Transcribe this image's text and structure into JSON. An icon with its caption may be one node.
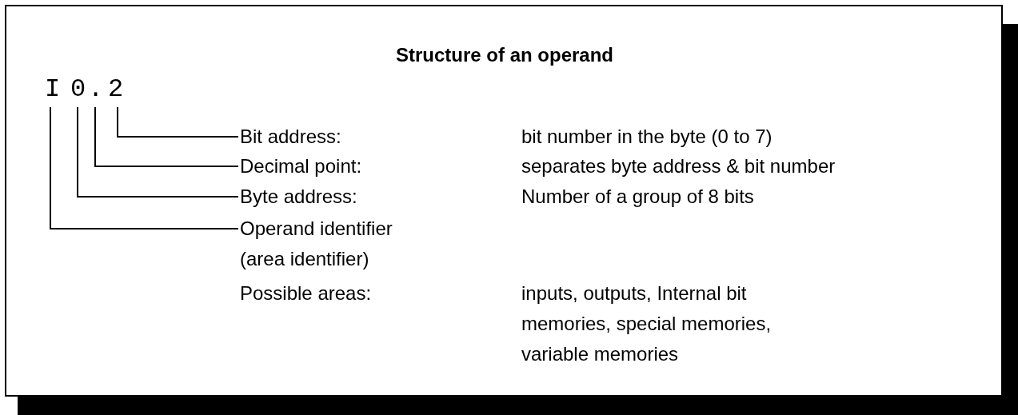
{
  "diagram": {
    "title": "Structure of an operand",
    "nodes": [
      {
        "text": [
          "I"
        ]
      },
      {
        "text": [
          "0"
        ]
      },
      {
        "text": [
          "."
        ]
      },
      {
        "text": [
          "2"
        ]
      },
      {
        "text": [
          "Bit address:"
        ]
      },
      {
        "text": [
          "Decimal point:"
        ]
      },
      {
        "text": [
          "Byte address:"
        ]
      },
      {
        "text": [
          "Operand identifier (area identifier)"
        ]
      }
    ],
    "edges": [
      {
        "from": 3,
        "to": 4,
        "arrow": "none"
      },
      {
        "from": 2,
        "to": 5,
        "arrow": "none"
      },
      {
        "from": 1,
        "to": 6,
        "arrow": "none"
      },
      {
        "from": 0,
        "to": 7,
        "arrow": "none"
      }
    ],
    "labels": [
      "bit number in the byte (0 to 7)",
      "separates byte address & bit number",
      "Number of a group of 8 bits",
      "Possible areas:",
      "inputs, outputs, Internal bit memories, special memories, variable memories"
    ]
  }
}
